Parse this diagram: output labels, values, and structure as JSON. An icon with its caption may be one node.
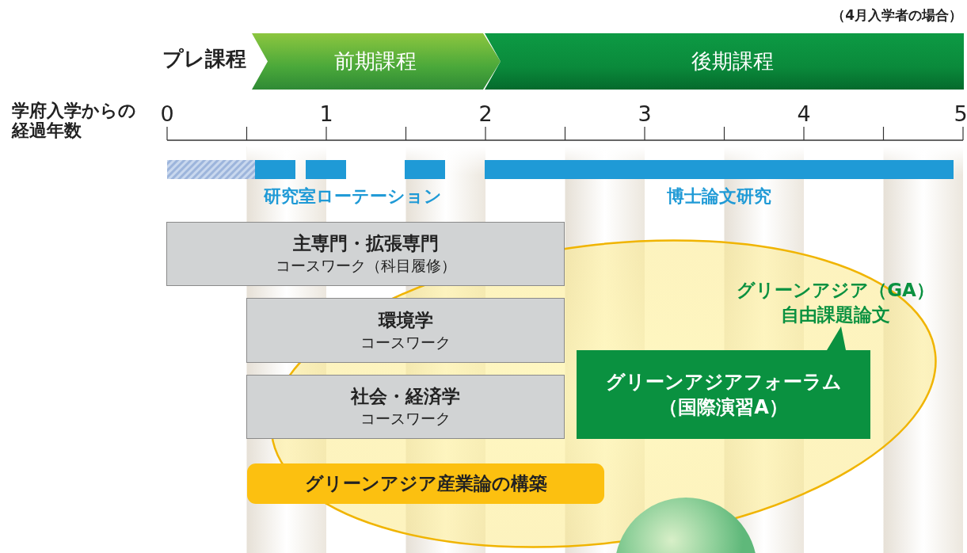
{
  "diagram": {
    "nodes": [
      {
        "text": [
          "前期課程"
        ]
      },
      {
        "text": [
          "後期課程"
        ]
      },
      {
        "text": [
          "主専門・拡張専門",
          "コースワーク（科目履修）"
        ]
      },
      {
        "text": [
          "環境学",
          "コースワーク"
        ]
      },
      {
        "text": [
          "社会・経済学",
          "コースワーク"
        ]
      },
      {
        "text": [
          "グリーンアジア（GA）",
          "自由課題論文"
        ]
      },
      {
        "text": [
          "グリーンアジアフォーラム",
          "（国際演習A）"
        ],
        "in": 5
      },
      {
        "text": [
          "グリーンアジア産業論の構築"
        ]
      }
    ],
    "labels": [
      "（4月入学者の場合）",
      "プレ課程",
      "学府入学からの経過年数",
      "0",
      "1",
      "2",
      "3",
      "4",
      "5",
      "研究室ローテーション",
      "博士論文研究"
    ]
  }
}
